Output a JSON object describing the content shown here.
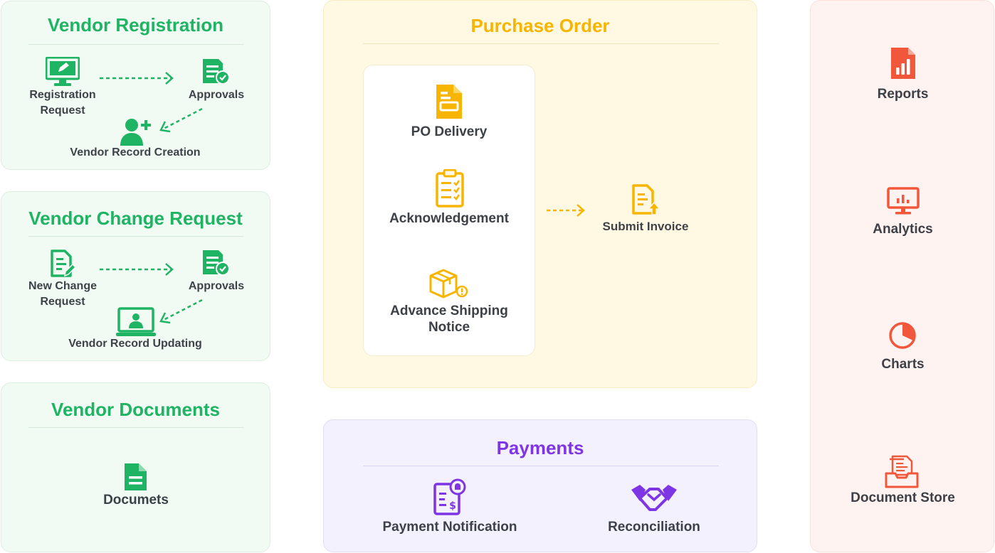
{
  "vendor_registration": {
    "title": "Vendor Registration",
    "registration_request": "Registration\nRequest",
    "approvals": "Approvals",
    "vendor_record_creation": "Vendor Record Creation"
  },
  "vendor_change_request": {
    "title": "Vendor Change Request",
    "new_change_request": "New Change\nRequest",
    "approvals": "Approvals",
    "vendor_record_updating": "Vendor Record Updating"
  },
  "vendor_documents": {
    "title": "Vendor Documents",
    "documents": "Documets"
  },
  "purchase_order": {
    "title": "Purchase Order",
    "po_delivery": "PO Delivery",
    "acknowledgement": "Acknowledgement",
    "advance_shipping_notice": "Advance Shipping\nNotice",
    "submit_invoice": "Submit Invoice"
  },
  "payments": {
    "title": "Payments",
    "payment_notification": "Payment Notification",
    "reconciliation": "Reconciliation"
  },
  "reporting": {
    "reports": "Reports",
    "analytics": "Analytics",
    "charts": "Charts",
    "document_store": "Document Store"
  },
  "colors": {
    "green": "#1fb463",
    "yellow": "#f7b500",
    "purple": "#7e36e4",
    "red": "#f0573b"
  }
}
